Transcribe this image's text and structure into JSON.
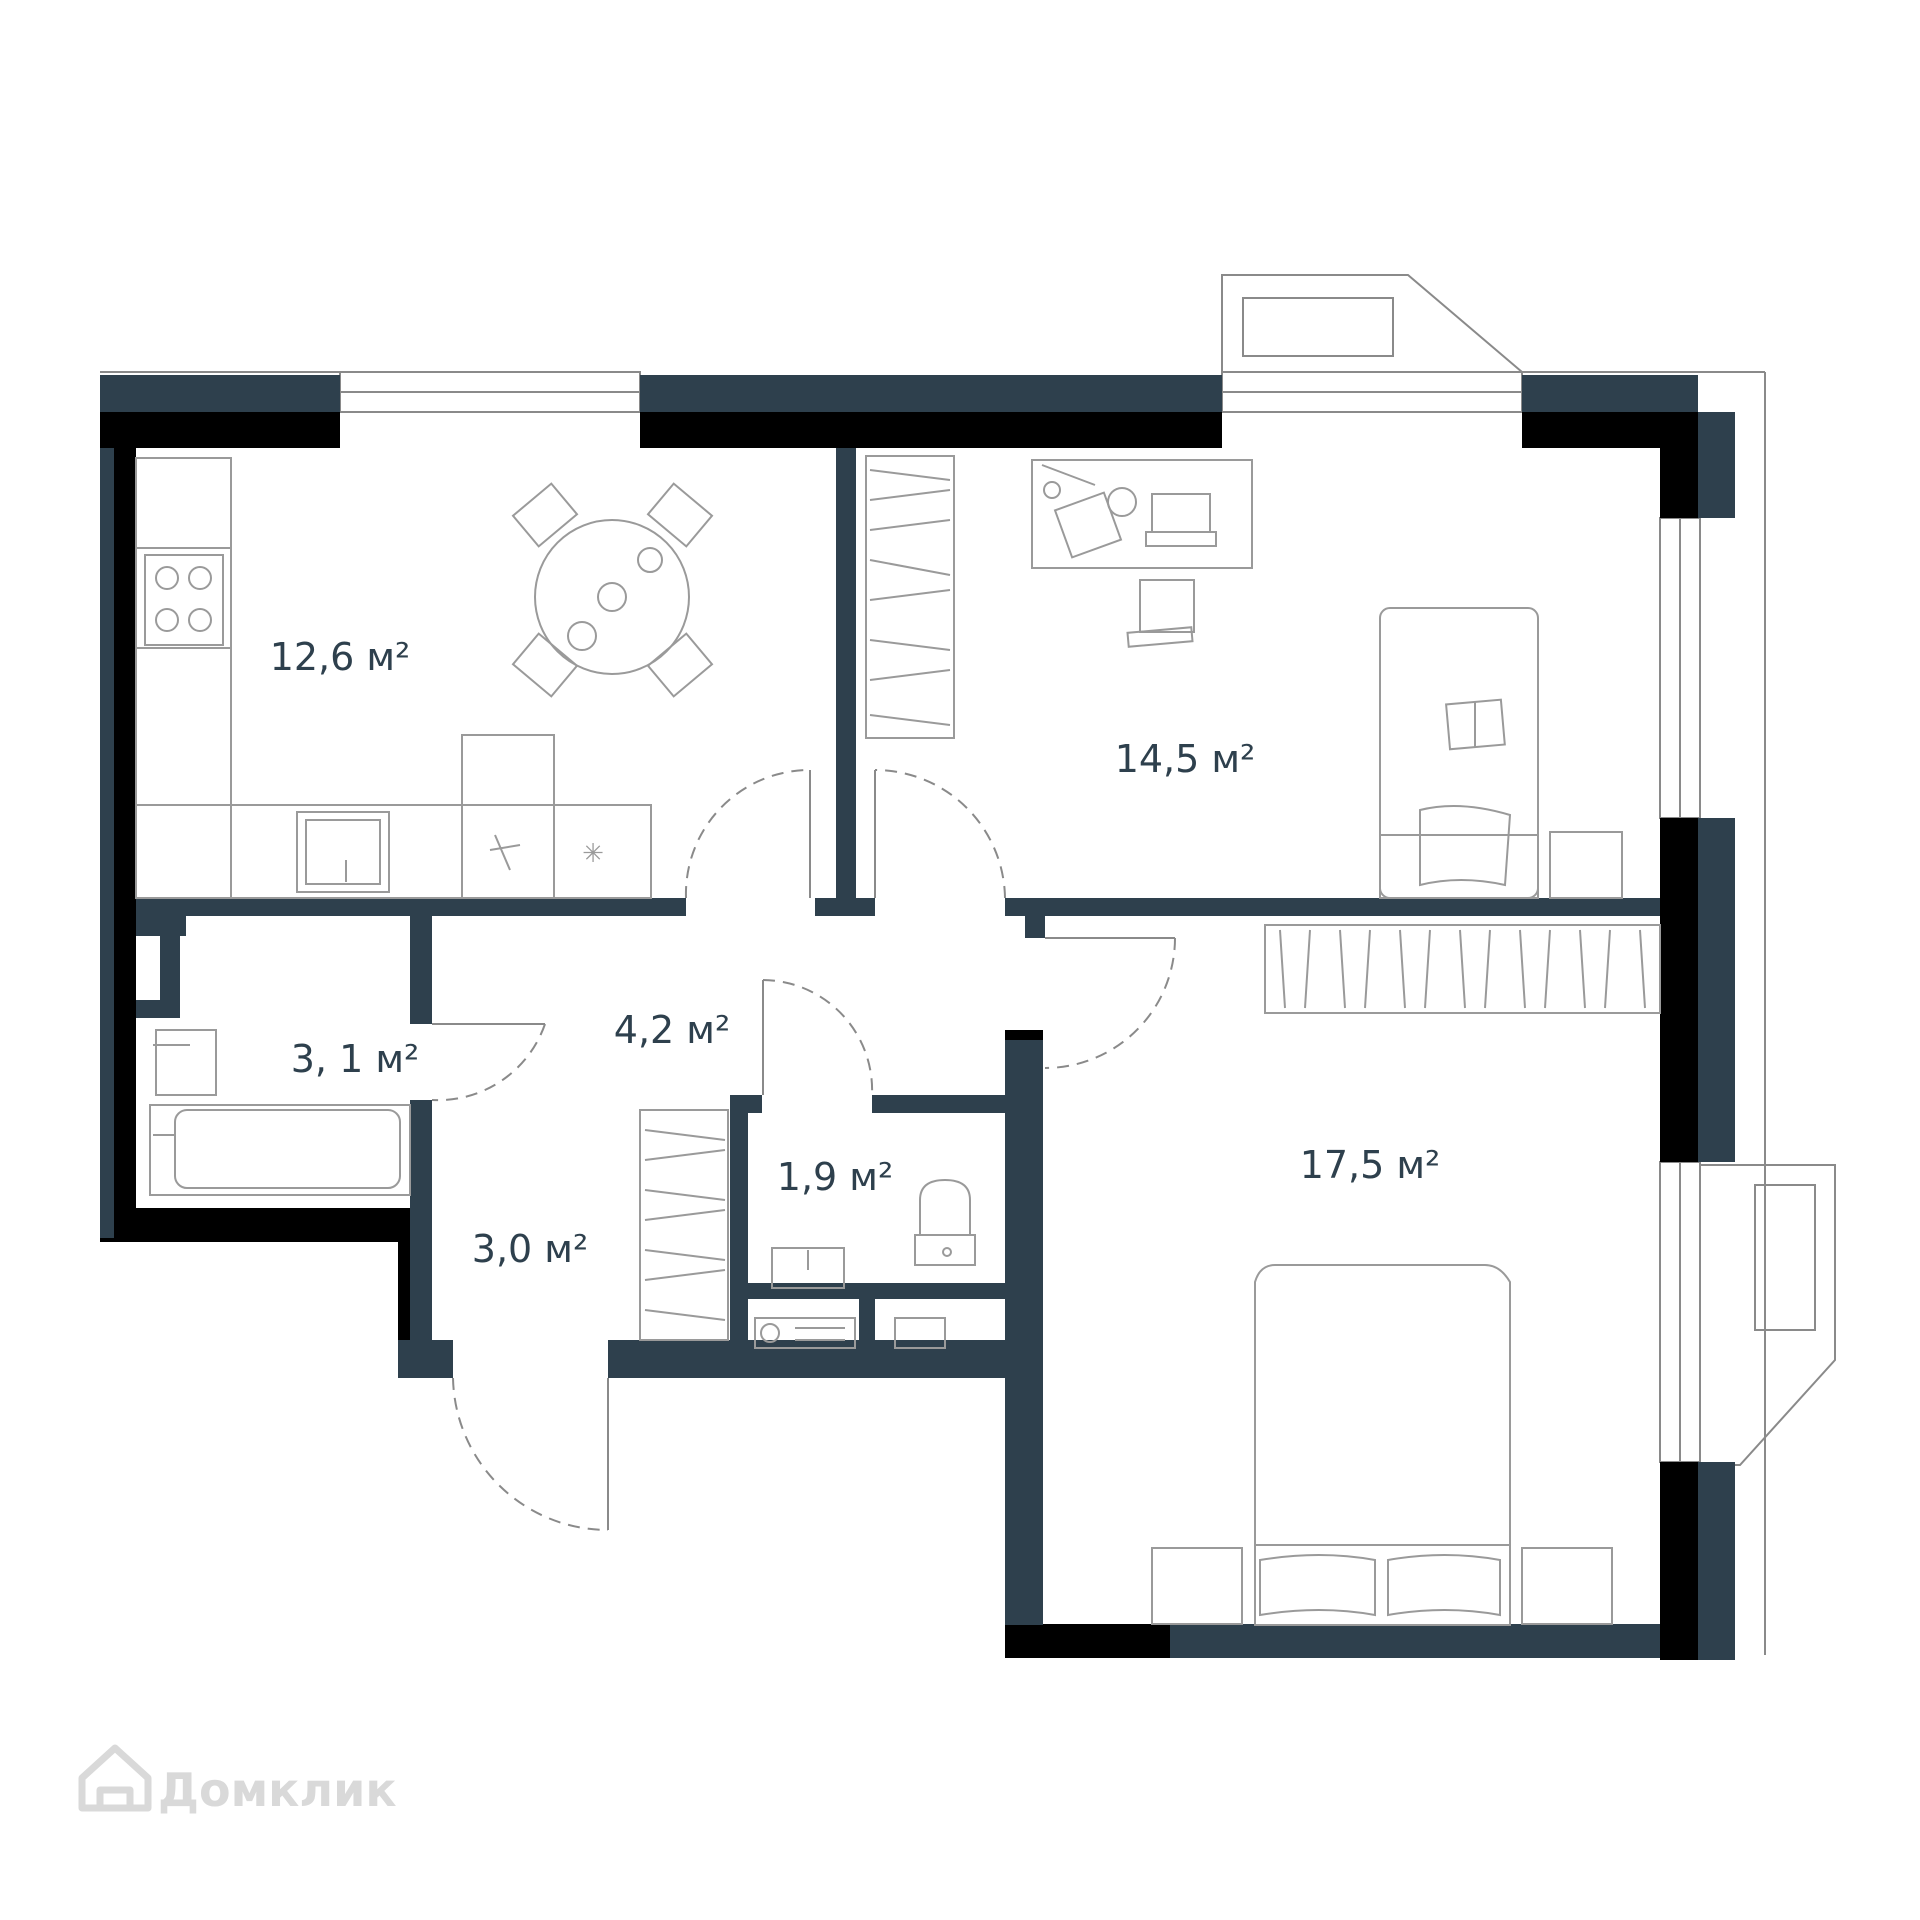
{
  "colors": {
    "wall_exterior": "#000000",
    "wall_interior": "#2e404d",
    "line": "#7a7a7a",
    "label": "#2e404d",
    "watermark": "#d9d9d9"
  },
  "rooms": {
    "kitchen": {
      "area": "12,6 м²"
    },
    "study_bedroom": {
      "area": "14,5 м²"
    },
    "bathroom": {
      "area": "3, 1 м²"
    },
    "hall": {
      "area": "4,2 м²"
    },
    "entry": {
      "area": "3,0 м²"
    },
    "toilet": {
      "area": "1,9 м²"
    },
    "bedroom": {
      "area": "17,5 м²"
    }
  },
  "watermark": {
    "text": "Домклик",
    "icon": "house-logo-icon"
  }
}
